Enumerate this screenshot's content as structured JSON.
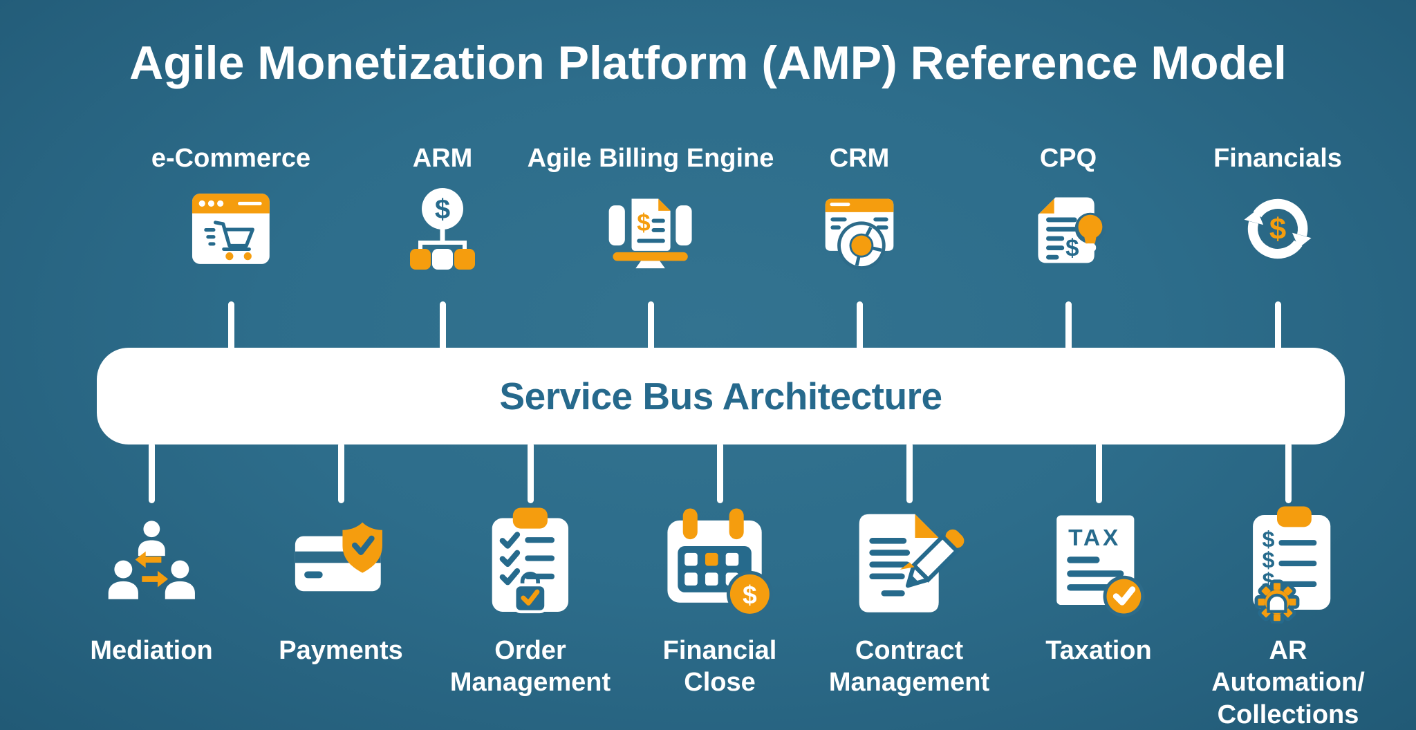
{
  "title": "Agile Monetization Platform (AMP) Reference Model",
  "colors": {
    "background_teal": "#2D6D8B",
    "accent_orange": "#F59D0E",
    "icon_teal": "#266A8C",
    "white": "#FFFFFF"
  },
  "service_bus": {
    "label": "Service Bus Architecture"
  },
  "top_row": [
    {
      "label": "e-Commerce",
      "icon": "browser-shopping-cart-icon"
    },
    {
      "label": "ARM",
      "icon": "dollar-hierarchy-icon"
    },
    {
      "label": "Agile Billing Engine",
      "icon": "monitor-invoice-icon"
    },
    {
      "label": "CRM",
      "icon": "window-donut-chart-icon"
    },
    {
      "label": "CPQ",
      "icon": "quote-document-lightbulb-icon"
    },
    {
      "label": "Financials",
      "icon": "dollar-cycle-arrows-icon"
    }
  ],
  "bottom_row": [
    {
      "label": "Mediation",
      "icon": "people-exchange-icon"
    },
    {
      "label": "Payments",
      "icon": "card-shield-check-icon"
    },
    {
      "label": "Order\nManagement",
      "icon": "checklist-shopping-bag-icon"
    },
    {
      "label": "Financial\nClose",
      "icon": "calendar-dollar-coin-icon"
    },
    {
      "label": "Contract\nManagement",
      "icon": "document-pencil-icon"
    },
    {
      "label": "Taxation",
      "icon": "tax-document-check-icon"
    },
    {
      "label": "AR Automation/\nCollections",
      "icon": "invoice-list-gear-icon"
    }
  ],
  "icon_glyphs": {
    "dollar": "$",
    "tax": "TAX"
  }
}
